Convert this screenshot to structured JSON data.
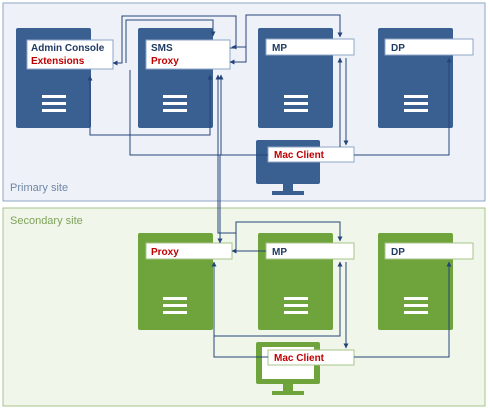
{
  "sites": {
    "primary": {
      "label": "Primary site"
    },
    "secondary": {
      "label": "Secondary site"
    }
  },
  "colors": {
    "primary_fill": "#eef2f8",
    "primary_border": "#8fa6c6",
    "primary_text": "#6f86a6",
    "secondary_fill": "#f1f6ea",
    "secondary_border": "#a7c48a",
    "secondary_text": "#7ea15a",
    "server_blue": "#3a5f91",
    "server_green": "#6fa33b",
    "red_label": "#c00000",
    "dark_label": "#1f3b63",
    "arrow": "#25457a"
  },
  "primary": {
    "admin": {
      "line1": "Admin Console",
      "line2": "Extensions"
    },
    "sms": {
      "line1": "SMS",
      "line2": "Proxy"
    },
    "mp": {
      "label": "MP"
    },
    "dp": {
      "label": "DP"
    },
    "client": {
      "label": "Mac Client"
    }
  },
  "secondary": {
    "proxy": {
      "label": "Proxy"
    },
    "mp": {
      "label": "MP"
    },
    "dp": {
      "label": "DP"
    },
    "client": {
      "label": "Mac Client"
    }
  }
}
